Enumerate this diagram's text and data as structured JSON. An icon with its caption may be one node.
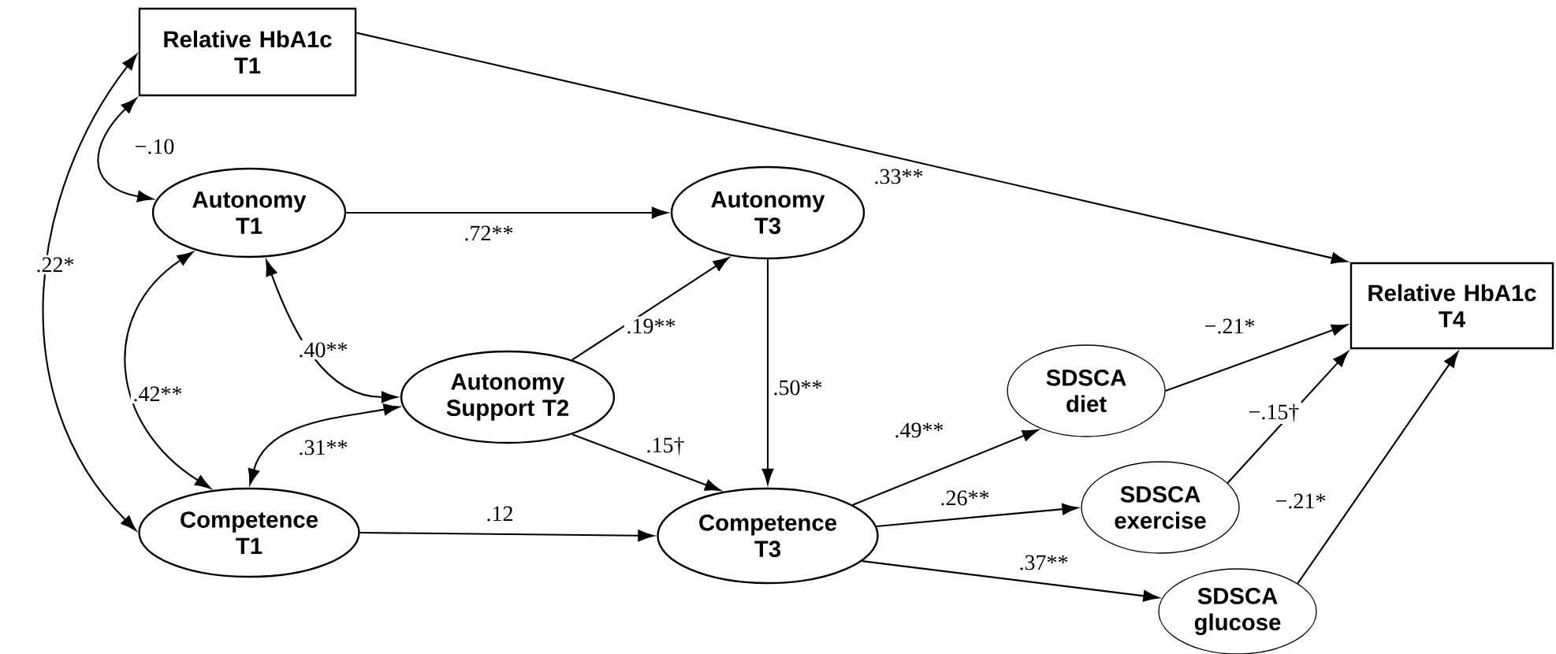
{
  "diagram": {
    "nodes": [
      {
        "text": [
          "Relative HbA1c T1"
        ]
      },
      {
        "text": [
          "Autonomy T1"
        ]
      },
      {
        "text": [
          "Autonomy T3"
        ]
      },
      {
        "text": [
          "Autonomy Support T2"
        ]
      },
      {
        "text": [
          "Relative HbA1c T4"
        ]
      },
      {
        "text": [
          "SDSCA diet"
        ]
      },
      {
        "text": [
          "Competence T1"
        ]
      },
      {
        "text": [
          "Competence T3"
        ]
      },
      {
        "text": [
          "SDSCA exercise"
        ]
      },
      {
        "text": [
          "SDSCA glucose"
        ]
      }
    ],
    "edges": [
      {
        "from": 0,
        "to": 1,
        "arrow": "both",
        "label": "−.10"
      },
      {
        "from": 0,
        "to": 6,
        "arrow": "both",
        "label": ".22*"
      },
      {
        "from": 1,
        "to": 6,
        "arrow": "both",
        "label": ".42**"
      },
      {
        "from": 1,
        "to": 3,
        "arrow": "both",
        "label": ".40**"
      },
      {
        "from": 6,
        "to": 3,
        "arrow": "both",
        "label": ".31**"
      },
      {
        "from": 0,
        "to": 4,
        "arrow": "to",
        "label": ".33**"
      },
      {
        "from": 1,
        "to": 2,
        "arrow": "to",
        "label": ".72**"
      },
      {
        "from": 6,
        "to": 7,
        "arrow": "to",
        "label": ".12"
      },
      {
        "from": 3,
        "to": 2,
        "arrow": "to",
        "label": ".19**"
      },
      {
        "from": 3,
        "to": 7,
        "arrow": "to",
        "label": ".15†"
      },
      {
        "from": 2,
        "to": 7,
        "arrow": "to",
        "label": ".50**"
      },
      {
        "from": 7,
        "to": 5,
        "arrow": "to",
        "label": ".49**"
      },
      {
        "from": 7,
        "to": 8,
        "arrow": "to",
        "label": ".26**"
      },
      {
        "from": 7,
        "to": 9,
        "arrow": "to",
        "label": ".37**"
      },
      {
        "from": 5,
        "to": 4,
        "arrow": "to",
        "label": "−.21*"
      },
      {
        "from": 8,
        "to": 4,
        "arrow": "to",
        "label": "−.15†"
      },
      {
        "from": 9,
        "to": 4,
        "arrow": "to",
        "label": "−.21*"
      }
    ]
  }
}
